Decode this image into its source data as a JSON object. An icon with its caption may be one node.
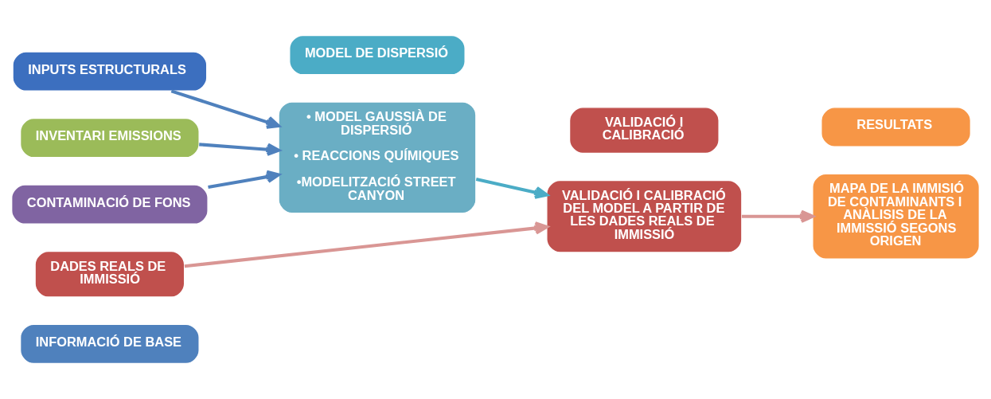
{
  "diagram": {
    "nodes": [
      {
        "text": [
          "INFORMACIÓ DE BASE"
        ]
      },
      {
        "text": [
          "MODEL DE DISPERSIÓ"
        ]
      },
      {
        "text": [
          "VALIDACIÓ I CALIBRACIÓ"
        ]
      },
      {
        "text": [
          "RESULTATS"
        ]
      },
      {
        "text": [
          "INPUTS ESTRUCTURALS"
        ]
      },
      {
        "text": [
          "INVENTARI EMISSIONS"
        ]
      },
      {
        "text": [
          "CONTAMINACIÓ DE FONS"
        ]
      },
      {
        "text": [
          "DADES REALS DE IMMISSIÓ"
        ]
      },
      {
        "text": [
          "• MODEL GAUSSIÀ DE DISPERSIÓ",
          "• REACCIONS QUÍMIQUES",
          "•MODELITZACIÓ STREET CANYON"
        ]
      },
      {
        "text": [
          "VALIDACIÓ I CALIBRACIÓ DEL MODEL A PARTIR DE LES DADES REALS DE IMMISSIÓ"
        ]
      },
      {
        "text": [
          "MAPA DE LA IMMISIÓ DE CONTAMINANTS I ANÀLISIS DE LA IMMISSIÓ SEGONS ORIGEN"
        ]
      }
    ],
    "edges": [
      {
        "from": 4,
        "to": 8,
        "arrow": "to"
      },
      {
        "from": 5,
        "to": 8,
        "arrow": "to"
      },
      {
        "from": 6,
        "to": 8,
        "arrow": "to"
      },
      {
        "from": 8,
        "to": 9,
        "arrow": "to",
        "color": "#4bacc6"
      },
      {
        "from": 7,
        "to": 9,
        "arrow": "to",
        "color": "#d99694"
      },
      {
        "from": 9,
        "to": 10,
        "arrow": "to",
        "color": "#d99694"
      }
    ]
  }
}
